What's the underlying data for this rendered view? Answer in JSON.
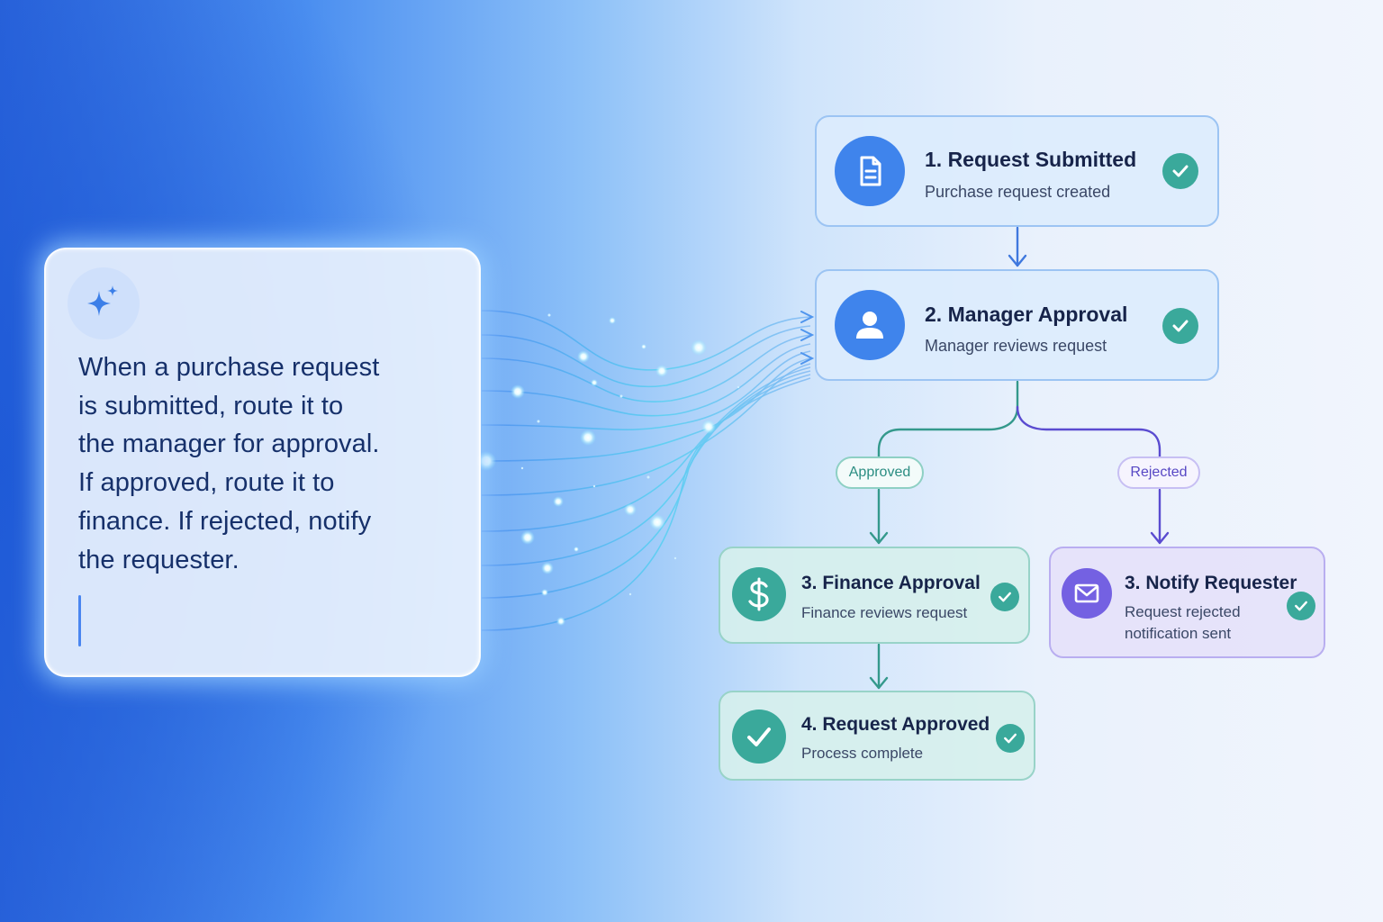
{
  "prompt": {
    "lines": [
      "When a purchase request",
      "is submitted, route it to",
      "the manager for approval.",
      "If approved, route it to",
      "finance. If rejected, notify",
      "the requester."
    ],
    "icon": "sparkle-icon"
  },
  "workflow": {
    "step1": {
      "title": "1. Request Submitted",
      "subtitle": "Purchase request created",
      "icon": "document-icon",
      "status": "check-icon"
    },
    "step2": {
      "title": "2. Manager Approval",
      "subtitle": "Manager reviews request",
      "icon": "user-icon",
      "status": "check-icon"
    },
    "branch_approved": "Approved",
    "branch_rejected": "Rejected",
    "step3_finance": {
      "title": "3. Finance Approval",
      "subtitle": "Finance reviews request",
      "icon": "dollar-icon",
      "status": "check-icon"
    },
    "step3_notify": {
      "title": "3. Notify Requester",
      "subtitle_line1": "Request rejected",
      "subtitle_line2": "notification sent",
      "icon": "mail-icon",
      "status": "check-icon"
    },
    "step4": {
      "title": "4. Request Approved",
      "subtitle": "Process complete",
      "icon": "checkmark-icon",
      "status": "check-icon"
    }
  },
  "colors": {
    "blue_accent": "#4a86ec",
    "teal_accent": "#3aa99b",
    "purple_accent": "#7b6ae6",
    "text_dark": "#17244a"
  }
}
